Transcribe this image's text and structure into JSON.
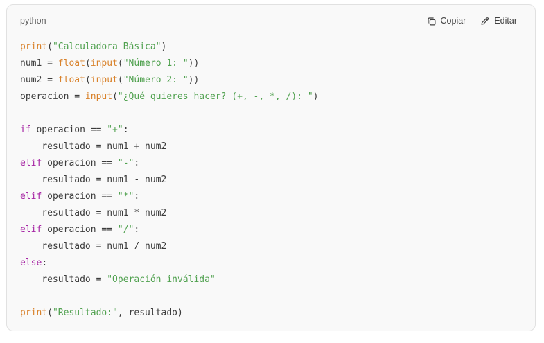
{
  "header": {
    "language": "python",
    "copy_label": "Copiar",
    "edit_label": "Editar",
    "copy_icon": "copy-icon",
    "edit_icon": "pencil-icon"
  },
  "colors": {
    "block_bg": "#f9f9f9",
    "border": "#e1e1e1",
    "lang_text": "#5d5d5d",
    "button_text": "#414141",
    "code_plain": "#3c3c3c",
    "code_keyword": "#a626a4",
    "code_builtin": "#d9822b",
    "code_string": "#50a14f"
  },
  "code": {
    "lines": [
      [
        {
          "text": "print",
          "type": "builtin"
        },
        {
          "text": "(",
          "type": "plain"
        },
        {
          "text": "\"Calculadora Básica\"",
          "type": "string"
        },
        {
          "text": ")",
          "type": "plain"
        }
      ],
      [
        {
          "text": "num1 = ",
          "type": "plain"
        },
        {
          "text": "float",
          "type": "builtin"
        },
        {
          "text": "(",
          "type": "plain"
        },
        {
          "text": "input",
          "type": "builtin"
        },
        {
          "text": "(",
          "type": "plain"
        },
        {
          "text": "\"Número 1: \"",
          "type": "string"
        },
        {
          "text": "))",
          "type": "plain"
        }
      ],
      [
        {
          "text": "num2 = ",
          "type": "plain"
        },
        {
          "text": "float",
          "type": "builtin"
        },
        {
          "text": "(",
          "type": "plain"
        },
        {
          "text": "input",
          "type": "builtin"
        },
        {
          "text": "(",
          "type": "plain"
        },
        {
          "text": "\"Número 2: \"",
          "type": "string"
        },
        {
          "text": "))",
          "type": "plain"
        }
      ],
      [
        {
          "text": "operacion = ",
          "type": "plain"
        },
        {
          "text": "input",
          "type": "builtin"
        },
        {
          "text": "(",
          "type": "plain"
        },
        {
          "text": "\"¿Qué quieres hacer? (+, -, *, /): \"",
          "type": "string"
        },
        {
          "text": ")",
          "type": "plain"
        }
      ],
      [],
      [
        {
          "text": "if",
          "type": "keyword"
        },
        {
          "text": " operacion == ",
          "type": "plain"
        },
        {
          "text": "\"+\"",
          "type": "string"
        },
        {
          "text": ":",
          "type": "plain"
        }
      ],
      [
        {
          "text": "    resultado = num1 + num2",
          "type": "plain"
        }
      ],
      [
        {
          "text": "elif",
          "type": "keyword"
        },
        {
          "text": " operacion == ",
          "type": "plain"
        },
        {
          "text": "\"-\"",
          "type": "string"
        },
        {
          "text": ":",
          "type": "plain"
        }
      ],
      [
        {
          "text": "    resultado = num1 - num2",
          "type": "plain"
        }
      ],
      [
        {
          "text": "elif",
          "type": "keyword"
        },
        {
          "text": " operacion == ",
          "type": "plain"
        },
        {
          "text": "\"*\"",
          "type": "string"
        },
        {
          "text": ":",
          "type": "plain"
        }
      ],
      [
        {
          "text": "    resultado = num1 * num2",
          "type": "plain"
        }
      ],
      [
        {
          "text": "elif",
          "type": "keyword"
        },
        {
          "text": " operacion == ",
          "type": "plain"
        },
        {
          "text": "\"/\"",
          "type": "string"
        },
        {
          "text": ":",
          "type": "plain"
        }
      ],
      [
        {
          "text": "    resultado = num1 / num2",
          "type": "plain"
        }
      ],
      [
        {
          "text": "else",
          "type": "keyword"
        },
        {
          "text": ":",
          "type": "plain"
        }
      ],
      [
        {
          "text": "    resultado = ",
          "type": "plain"
        },
        {
          "text": "\"Operación inválida\"",
          "type": "string"
        }
      ],
      [],
      [
        {
          "text": "print",
          "type": "builtin"
        },
        {
          "text": "(",
          "type": "plain"
        },
        {
          "text": "\"Resultado:\"",
          "type": "string"
        },
        {
          "text": ", resultado)",
          "type": "plain"
        }
      ]
    ]
  }
}
